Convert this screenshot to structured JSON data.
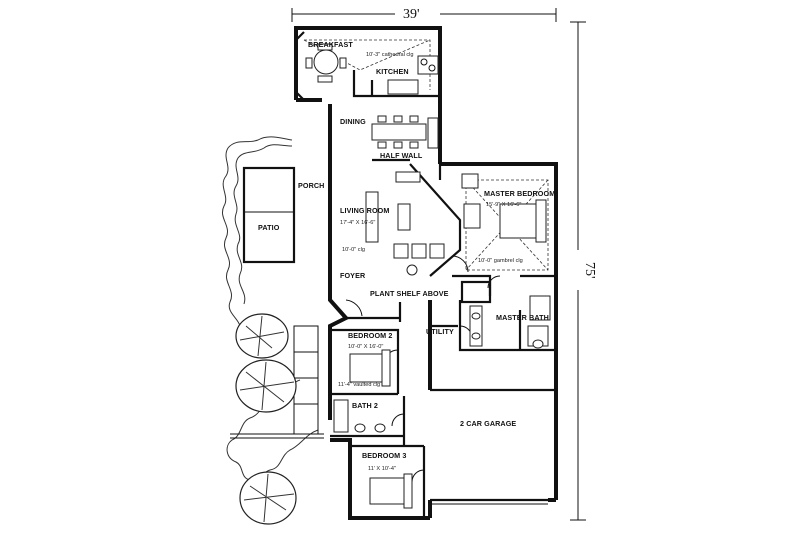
{
  "dimensions": {
    "width": "39'",
    "depth": "75'"
  },
  "rooms": {
    "breakfast": "BREAKFAST",
    "kitchen": "KITCHEN",
    "kitchen_ceiling": "10'-3\" cathedral clg",
    "dining": "DINING",
    "half_wall": "HALF WALL",
    "porch": "PORCH",
    "patio": "PATIO",
    "living_room": "LIVING ROOM",
    "living_size": "17'-4\" X 16'-6\"",
    "living_ceiling": "10'-0\" clg",
    "foyer": "FOYER",
    "plant_shelf": "PLANT SHELF ABOVE",
    "master_bedroom": "MASTER BEDROOM",
    "master_size": "15'-9\" X 16'-6\"",
    "master_ceiling": "10'-0\" gambrel clg",
    "master_bath": "MASTER BATH",
    "utility": "UTILITY",
    "bedroom2": "BEDROOM 2",
    "bedroom2_size": "10'-0\" X 16'-0\"",
    "bedroom2_ceiling": "11'-4\" vaulted clg",
    "bath2": "BATH 2",
    "garage": "2 CAR GARAGE",
    "bedroom3": "BEDROOM 3",
    "bedroom3_size": "11' X 10'-4\""
  }
}
